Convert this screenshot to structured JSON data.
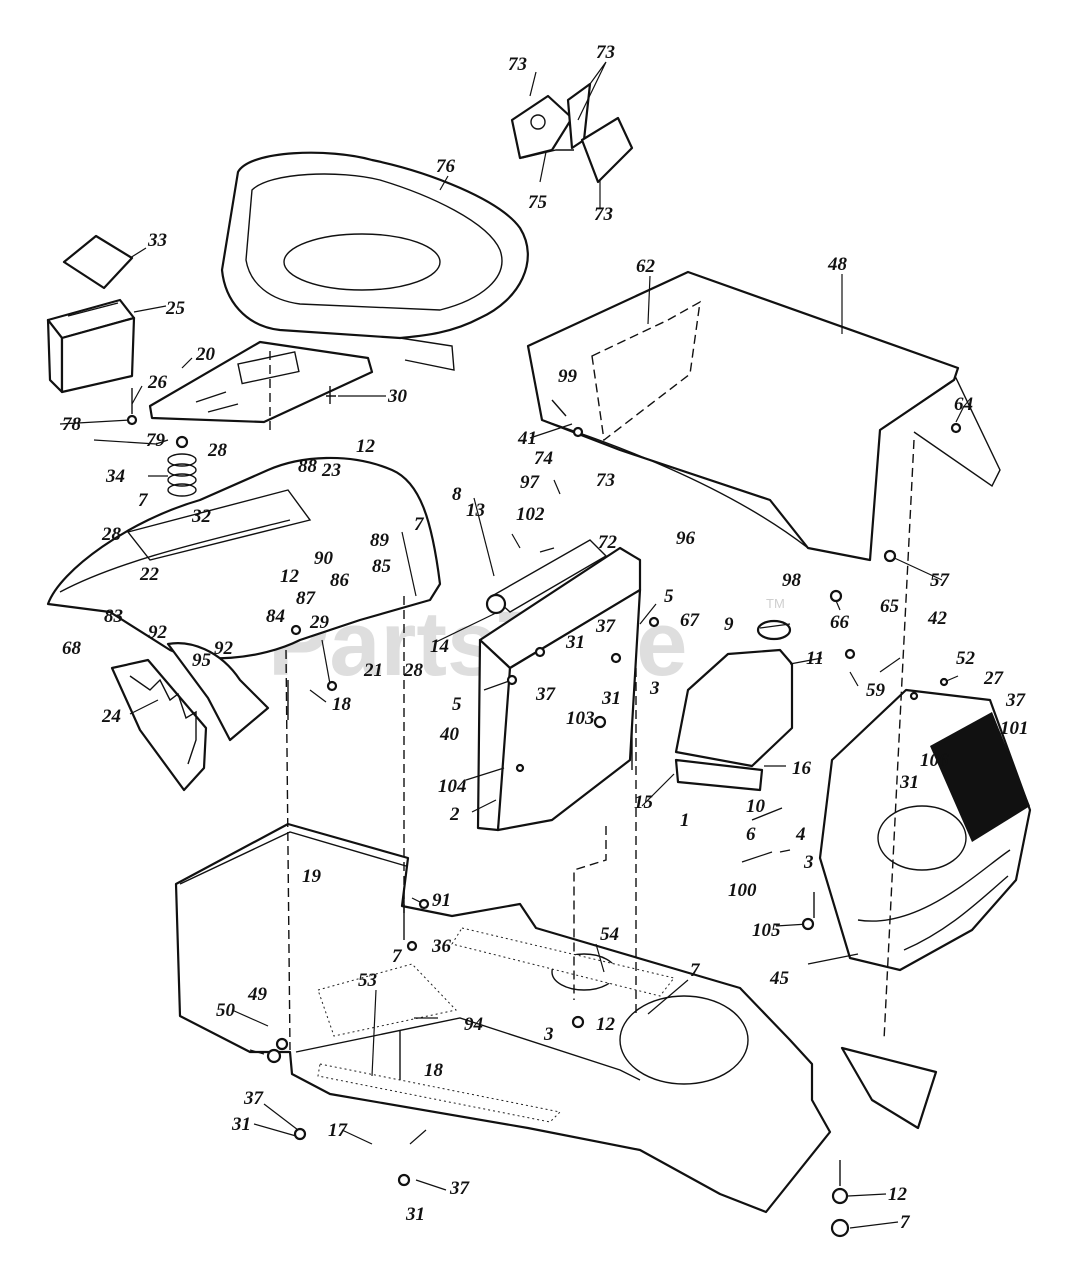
{
  "watermark": {
    "text": "PartsTree",
    "trademark": "TM"
  },
  "callouts": [
    {
      "id": "c73a",
      "label": "73"
    },
    {
      "id": "c73b",
      "label": "73"
    },
    {
      "id": "c75",
      "label": "75"
    },
    {
      "id": "c73c",
      "label": "73"
    },
    {
      "id": "c76",
      "label": "76"
    },
    {
      "id": "c33",
      "label": "33"
    },
    {
      "id": "c25",
      "label": "25"
    },
    {
      "id": "c62",
      "label": "62"
    },
    {
      "id": "c48",
      "label": "48"
    },
    {
      "id": "c20",
      "label": "20"
    },
    {
      "id": "c26",
      "label": "26"
    },
    {
      "id": "c30",
      "label": "30"
    },
    {
      "id": "c78",
      "label": "78"
    },
    {
      "id": "c79",
      "label": "79"
    },
    {
      "id": "c99",
      "label": "99"
    },
    {
      "id": "c64",
      "label": "64"
    },
    {
      "id": "c41",
      "label": "41"
    },
    {
      "id": "c12a",
      "label": "12"
    },
    {
      "id": "c74",
      "label": "74"
    },
    {
      "id": "c34",
      "label": "34"
    },
    {
      "id": "c28a",
      "label": "28"
    },
    {
      "id": "c88",
      "label": "88"
    },
    {
      "id": "c23",
      "label": "23"
    },
    {
      "id": "c97",
      "label": "97"
    },
    {
      "id": "c73d",
      "label": "73"
    },
    {
      "id": "c7a",
      "label": "7"
    },
    {
      "id": "c8",
      "label": "8"
    },
    {
      "id": "c102",
      "label": "102"
    },
    {
      "id": "c7b",
      "label": "7"
    },
    {
      "id": "c32",
      "label": "32"
    },
    {
      "id": "c13",
      "label": "13"
    },
    {
      "id": "c89",
      "label": "89"
    },
    {
      "id": "c96",
      "label": "96"
    },
    {
      "id": "c28b",
      "label": "28"
    },
    {
      "id": "c72",
      "label": "72"
    },
    {
      "id": "c90",
      "label": "90"
    },
    {
      "id": "c86",
      "label": "86"
    },
    {
      "id": "c85",
      "label": "85"
    },
    {
      "id": "c12b",
      "label": "12"
    },
    {
      "id": "c22",
      "label": "22"
    },
    {
      "id": "c87",
      "label": "87"
    },
    {
      "id": "c57",
      "label": "57"
    },
    {
      "id": "c98",
      "label": "98"
    },
    {
      "id": "c83",
      "label": "83"
    },
    {
      "id": "c84",
      "label": "84"
    },
    {
      "id": "c5a",
      "label": "5"
    },
    {
      "id": "c65",
      "label": "65"
    },
    {
      "id": "c92a",
      "label": "92"
    },
    {
      "id": "c29",
      "label": "29"
    },
    {
      "id": "c14",
      "label": "14"
    },
    {
      "id": "c37a",
      "label": "37"
    },
    {
      "id": "c67",
      "label": "67"
    },
    {
      "id": "c9",
      "label": "9"
    },
    {
      "id": "c66",
      "label": "66"
    },
    {
      "id": "c42",
      "label": "42"
    },
    {
      "id": "c68",
      "label": "68"
    },
    {
      "id": "c95",
      "label": "95"
    },
    {
      "id": "c92b",
      "label": "92"
    },
    {
      "id": "c21",
      "label": "21"
    },
    {
      "id": "c28c",
      "label": "28"
    },
    {
      "id": "c31a",
      "label": "31"
    },
    {
      "id": "c11",
      "label": "11"
    },
    {
      "id": "c52",
      "label": "52"
    },
    {
      "id": "c59",
      "label": "59"
    },
    {
      "id": "c27",
      "label": "27"
    },
    {
      "id": "c37b",
      "label": "37"
    },
    {
      "id": "c37c",
      "label": "37"
    },
    {
      "id": "c31b",
      "label": "31"
    },
    {
      "id": "c3a",
      "label": "3"
    },
    {
      "id": "c101",
      "label": "101"
    },
    {
      "id": "c24",
      "label": "24"
    },
    {
      "id": "c5b",
      "label": "5"
    },
    {
      "id": "c103",
      "label": "103"
    },
    {
      "id": "c18a",
      "label": "18"
    },
    {
      "id": "c40",
      "label": "40"
    },
    {
      "id": "c106",
      "label": "106"
    },
    {
      "id": "c31c",
      "label": "31"
    },
    {
      "id": "c104",
      "label": "104"
    },
    {
      "id": "c16",
      "label": "16"
    },
    {
      "id": "c15",
      "label": "15"
    },
    {
      "id": "c1",
      "label": "1"
    },
    {
      "id": "c10",
      "label": "10"
    },
    {
      "id": "c2",
      "label": "2"
    },
    {
      "id": "c6",
      "label": "6"
    },
    {
      "id": "c4",
      "label": "4"
    },
    {
      "id": "c100",
      "label": "100"
    },
    {
      "id": "c3b",
      "label": "3"
    },
    {
      "id": "c19",
      "label": "19"
    },
    {
      "id": "c91",
      "label": "91"
    },
    {
      "id": "c105",
      "label": "105"
    },
    {
      "id": "c36",
      "label": "36"
    },
    {
      "id": "c54",
      "label": "54"
    },
    {
      "id": "c7c",
      "label": "7"
    },
    {
      "id": "c45",
      "label": "45"
    },
    {
      "id": "c49",
      "label": "49"
    },
    {
      "id": "c7d",
      "label": "7"
    },
    {
      "id": "c53",
      "label": "53"
    },
    {
      "id": "c50",
      "label": "50"
    },
    {
      "id": "c94",
      "label": "94"
    },
    {
      "id": "c12c",
      "label": "12"
    },
    {
      "id": "c3c",
      "label": "3"
    },
    {
      "id": "c18b",
      "label": "18"
    },
    {
      "id": "c37d",
      "label": "37"
    },
    {
      "id": "c31d",
      "label": "31"
    },
    {
      "id": "c17",
      "label": "17"
    },
    {
      "id": "c37e",
      "label": "37"
    },
    {
      "id": "c31e",
      "label": "31"
    },
    {
      "id": "c12d",
      "label": "12"
    },
    {
      "id": "c7e",
      "label": "7"
    }
  ]
}
